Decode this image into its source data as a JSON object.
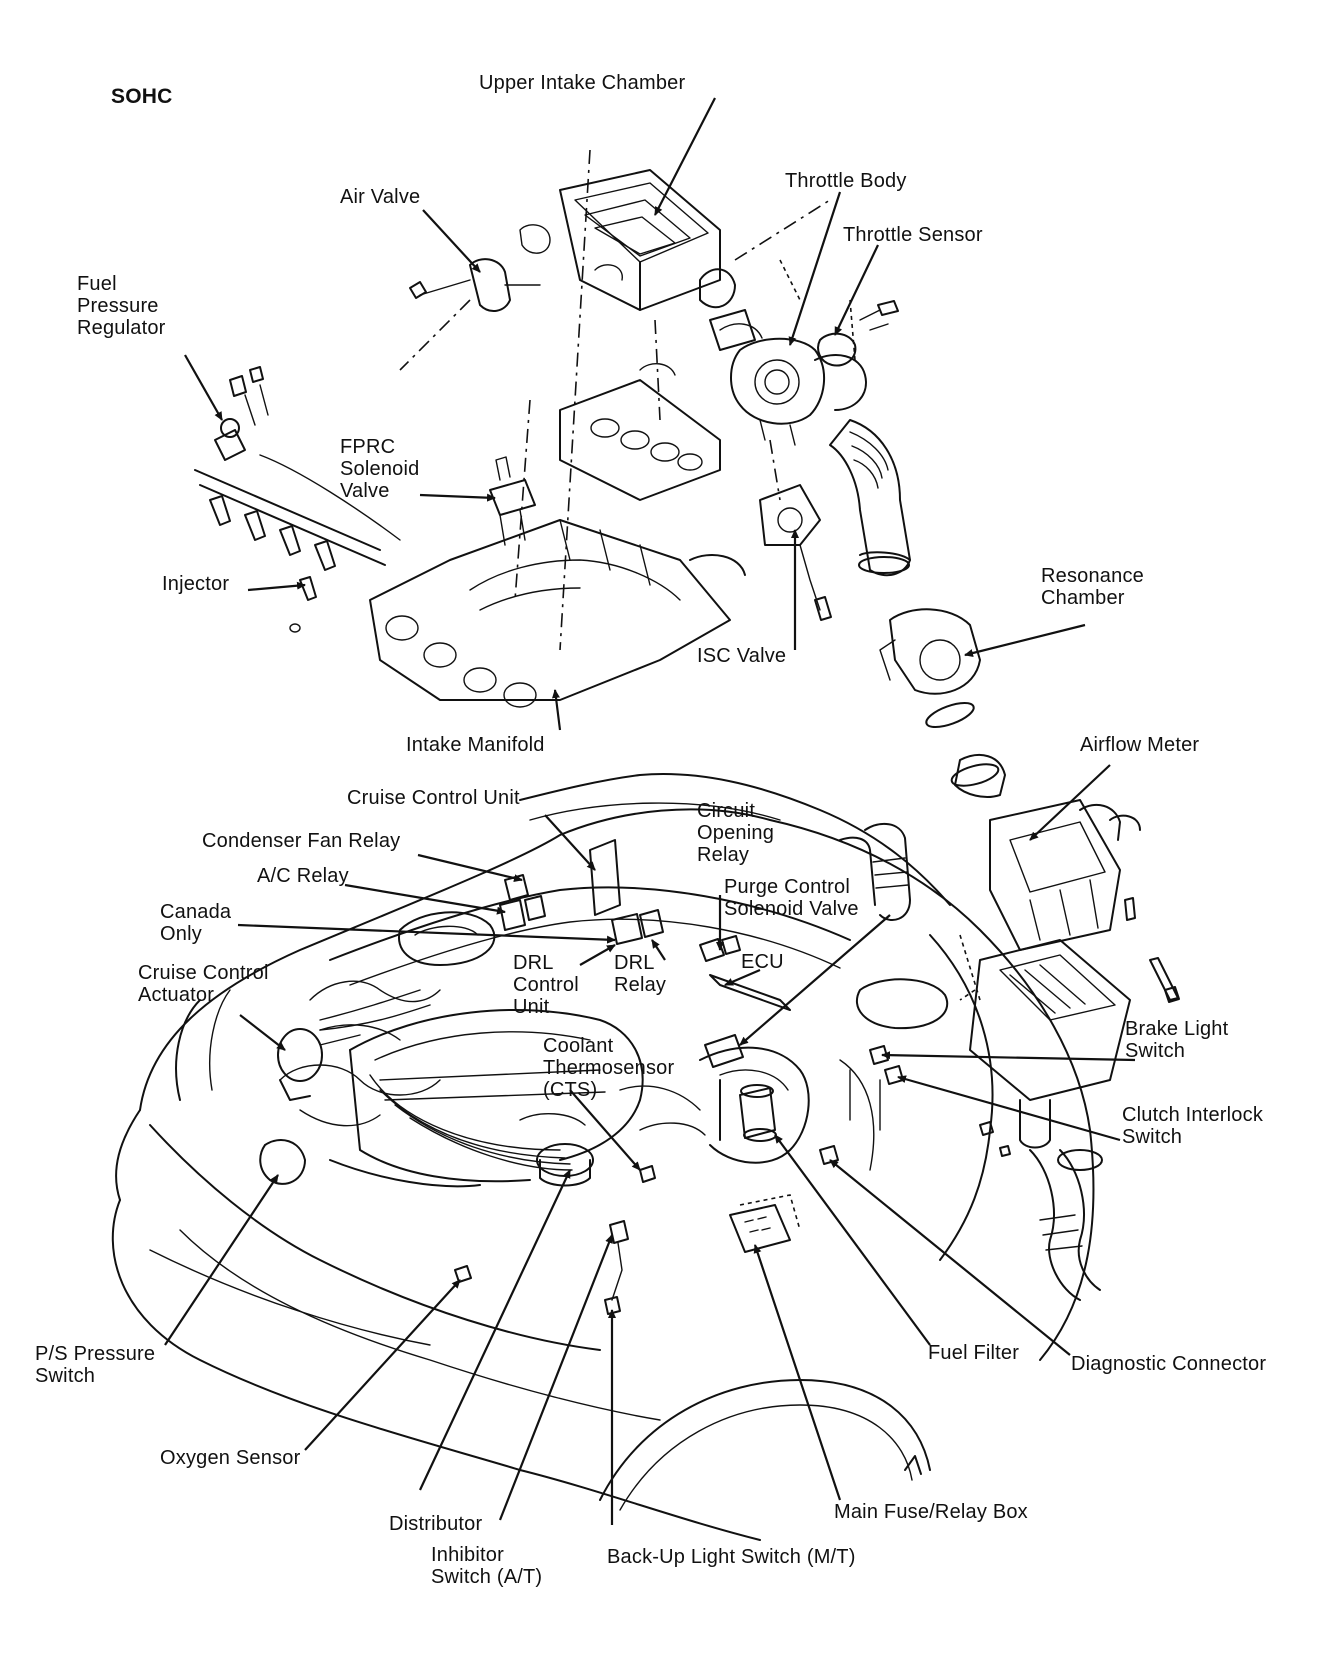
{
  "diagram": {
    "title": "SOHC",
    "labels": {
      "upper_intake_chamber": "Upper Intake Chamber",
      "air_valve": "Air Valve",
      "throttle_body": "Throttle Body",
      "throttle_sensor": "Throttle Sensor",
      "fuel_pressure_regulator": "Fuel\nPressure\nRegulator",
      "fprc_solenoid_valve": "FPRC\nSolenoid\nValve",
      "injector": "Injector",
      "resonance_chamber": "Resonance\nChamber",
      "isc_valve": "ISC Valve",
      "intake_manifold": "Intake Manifold",
      "airflow_meter": "Airflow Meter",
      "cruise_control_unit": "Cruise Control Unit",
      "condenser_fan_relay": "Condenser Fan Relay",
      "ac_relay": "A/C Relay",
      "canada_only": "Canada\nOnly",
      "circuit_opening_relay": "Circuit\nOpening\nRelay",
      "purge_control_solenoid_valve": "Purge Control\nSolenoid Valve",
      "ecu": "ECU",
      "drl_control_unit": "DRL\nControl\nUnit",
      "drl_relay": "DRL\nRelay",
      "cruise_control_actuator": "Cruise Control\nActuator",
      "coolant_thermosensor": "Coolant\nThermosensor\n(CTS)",
      "brake_light_switch": "Brake Light\nSwitch",
      "clutch_interlock_switch": "Clutch Interlock\nSwitch",
      "ps_pressure_switch": "P/S Pressure\nSwitch",
      "fuel_filter": "Fuel Filter",
      "diagnostic_connector": "Diagnostic Connector",
      "oxygen_sensor": "Oxygen Sensor",
      "distributor": "Distributor",
      "main_fuse_relay_box": "Main Fuse/Relay Box",
      "inhibitor_switch": "Inhibitor\nSwitch (A/T)",
      "backup_light_switch": "Back-Up Light Switch (M/T)"
    }
  }
}
